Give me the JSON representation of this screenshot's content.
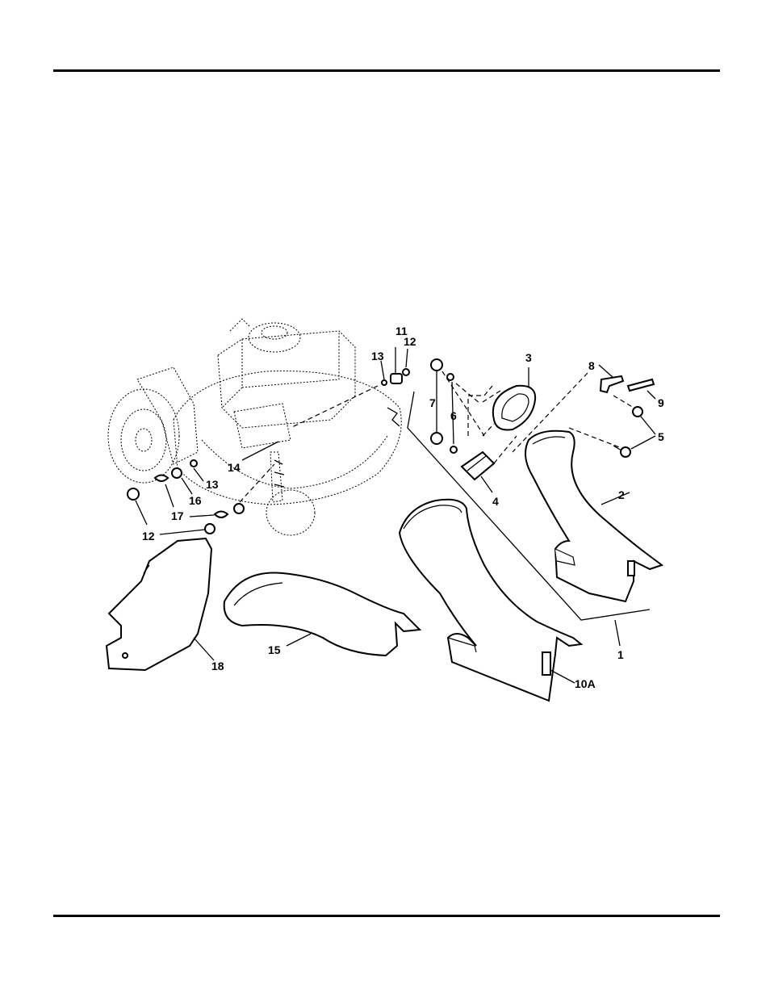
{
  "callouts": {
    "c1": "1",
    "c2": "2",
    "c3": "3",
    "c4": "4",
    "c5": "5",
    "c6": "6",
    "c7": "7",
    "c8": "8",
    "c9": "9",
    "c10a": "10A",
    "c11": "11",
    "c12a": "12",
    "c12b": "12",
    "c13a": "13",
    "c13b": "13",
    "c14": "14",
    "c15": "15",
    "c16": "16",
    "c17": "17",
    "c18": "18"
  }
}
